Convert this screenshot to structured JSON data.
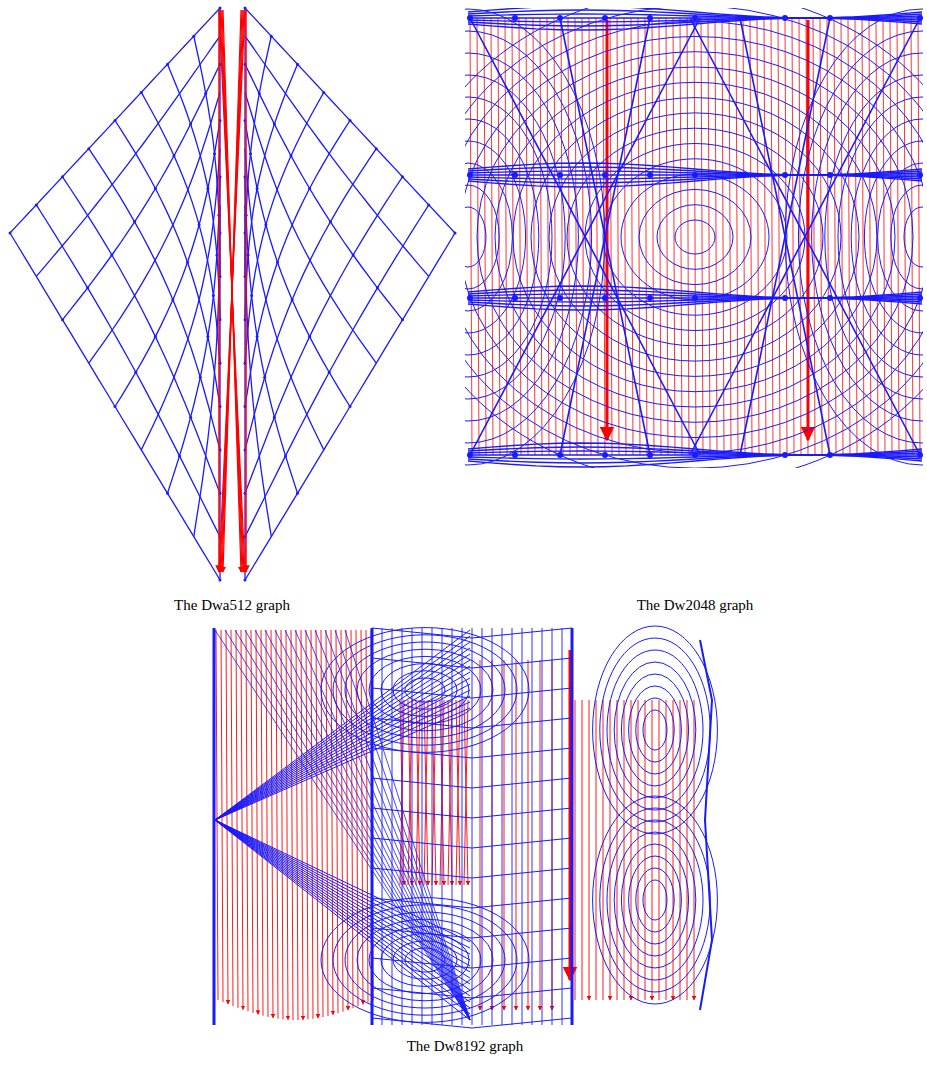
{
  "diagram": {
    "labels": [
      "The Dwa512 graph",
      "The Dw2048 graph",
      "The Dw8192 graph"
    ]
  }
}
